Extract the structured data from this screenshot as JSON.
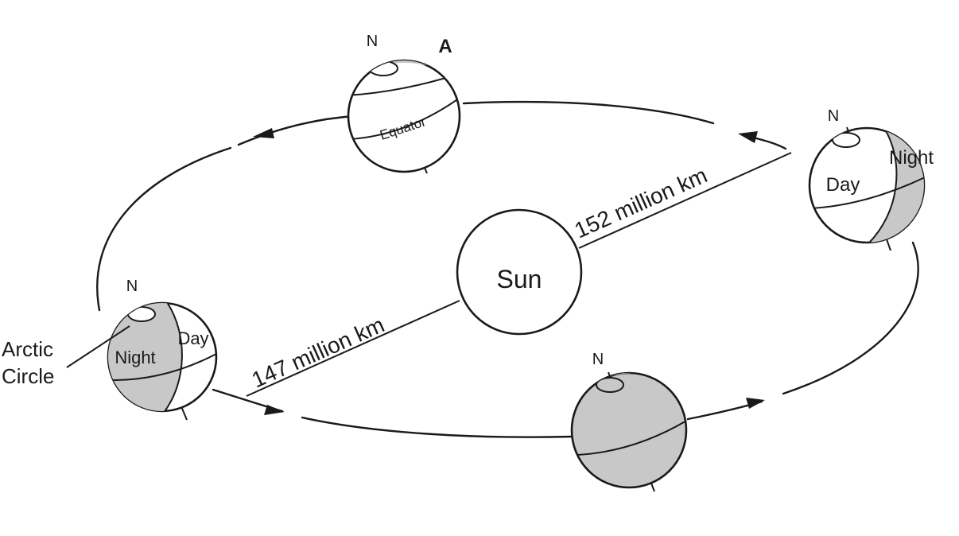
{
  "sun": {
    "label": "Sun"
  },
  "distances": {
    "far": "152 million km",
    "near": "147 million km"
  },
  "labels": {
    "north": "N",
    "position_a": "A",
    "equator": "Equator",
    "day": "Day",
    "night": "Night",
    "arctic_line1": "Arctic",
    "arctic_line2": "Circle"
  },
  "colors": {
    "night_shade": "#c8c8c8",
    "ink": "#1a1a1a"
  }
}
